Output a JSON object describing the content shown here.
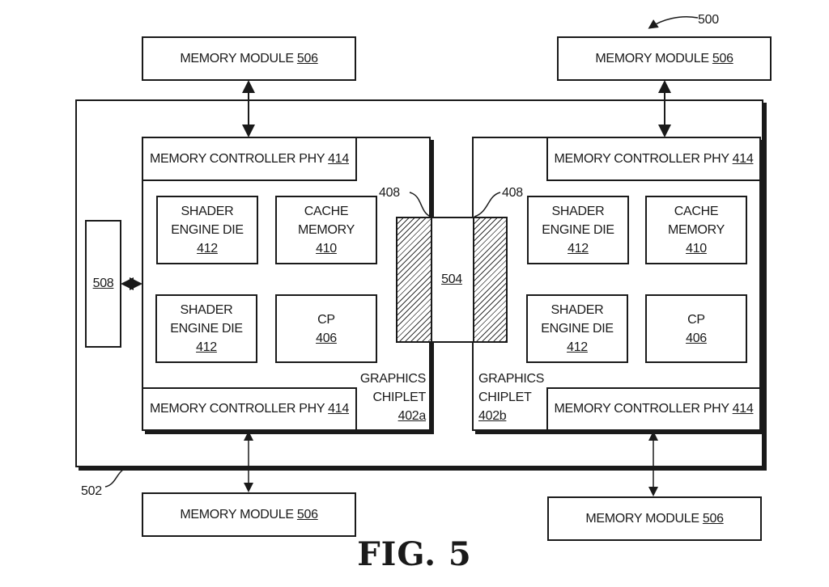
{
  "figure": {
    "caption": "FIG. 5",
    "ref_system": "500",
    "ref_package": "502"
  },
  "memory_modules": {
    "label": "MEMORY MODULE",
    "ref": "506"
  },
  "block_508": {
    "ref": "508"
  },
  "bridge_504": {
    "ref": "504"
  },
  "interconnect_408": {
    "ref": "408"
  },
  "chiplets": [
    {
      "name": "GRAPHICS",
      "name2": "CHIPLET",
      "ref": "402a",
      "phy_label": "MEMORY CONTROLLER PHY",
      "phy_ref": "414",
      "shader1": {
        "l1": "SHADER",
        "l2": "ENGINE DIE",
        "ref": "412"
      },
      "cache": {
        "l1": "CACHE",
        "l2": "MEMORY",
        "ref": "410"
      },
      "shader2": {
        "l1": "SHADER",
        "l2": "ENGINE DIE",
        "ref": "412"
      },
      "cp": {
        "l1": "CP",
        "ref": "406"
      }
    },
    {
      "name": "GRAPHICS",
      "name2": "CHIPLET",
      "ref": "402b",
      "phy_label": "MEMORY CONTROLLER PHY",
      "phy_ref": "414",
      "shader1": {
        "l1": "SHADER",
        "l2": "ENGINE DIE",
        "ref": "412"
      },
      "cache": {
        "l1": "CACHE",
        "l2": "MEMORY",
        "ref": "410"
      },
      "shader2": {
        "l1": "SHADER",
        "l2": "ENGINE DIE",
        "ref": "412"
      },
      "cp": {
        "l1": "CP",
        "ref": "406"
      }
    }
  ]
}
